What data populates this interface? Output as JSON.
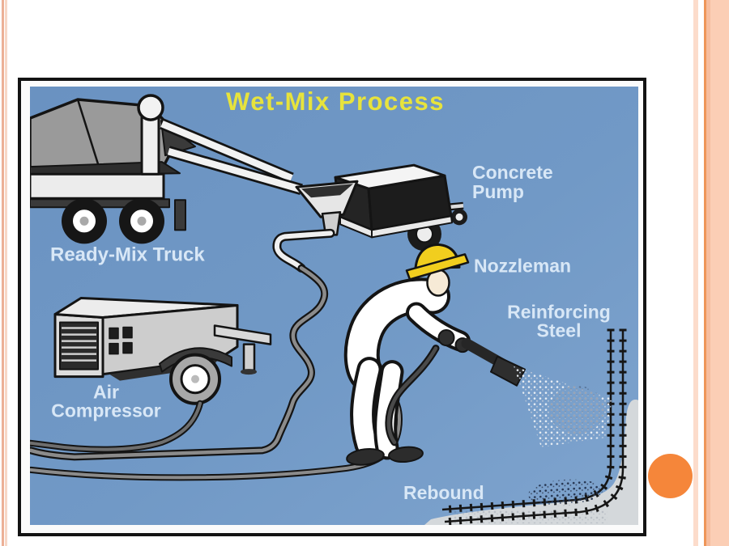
{
  "slide": {
    "background_color": "#ffffff",
    "decorations": {
      "left_stripe_colors": [
        "#ecb096",
        "#f7d7c7"
      ],
      "right_band_colors": [
        "#fcdccb",
        "#ee9659",
        "#f6bd9e",
        "#fbceb5"
      ],
      "bullet_color": "#f5863a",
      "figure_border_color": "#131313"
    }
  },
  "diagram": {
    "title": "Wet-Mix Process",
    "title_color": "#e7e33c",
    "background_color": "#6f98c6",
    "label_color": "#d8e7f6",
    "labels": {
      "ready_mix_truck": "Ready-Mix Truck",
      "concrete_pump_line1": "Concrete",
      "concrete_pump_line2": "Pump",
      "nozzleman": "Nozzleman",
      "reinforcing_steel_line1": "Reinforcing",
      "reinforcing_steel_line2": "Steel",
      "air_compressor_line1": "Air",
      "air_compressor_line2": "Compressor",
      "rebound": "Rebound"
    }
  }
}
